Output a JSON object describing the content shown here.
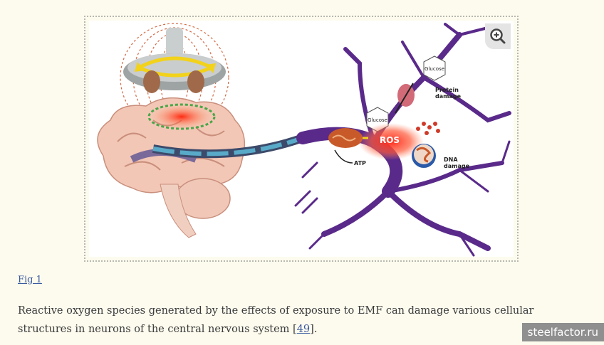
{
  "figure": {
    "labels": {
      "glucose_top": "Glucose",
      "protein_damage": "Protein\ndamage",
      "glucose_mid": "Glucose",
      "ros": "ROS",
      "atp": "ATP",
      "dna_damage": "DNA\ndamage"
    },
    "zoom_icon": "zoom-in-icon"
  },
  "fig_link": "Fig 1",
  "caption": {
    "before": "Reactive oxygen species generated by the effects of exposure to EMF can damage various cellular structures in neurons of the central nervous system [",
    "ref": "49",
    "after": "]."
  },
  "watermark": "steelfactor.ru"
}
